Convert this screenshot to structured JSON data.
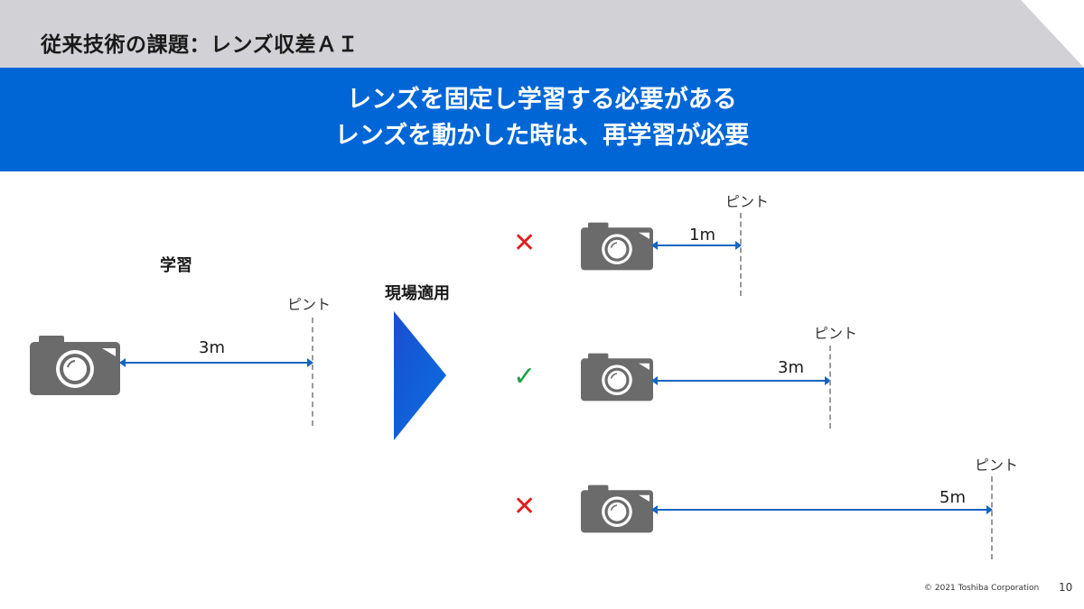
{
  "header": {
    "title": "従来技術の課題：レンズ収差ＡＩ"
  },
  "banner": {
    "line1": "レンズを固定し学習する必要がある",
    "line2": "レンズを動かした時は、再学習が必要"
  },
  "learning": {
    "label": "学習",
    "focus_label": "ピント",
    "distance": "3m"
  },
  "apply": {
    "label": "現場適用"
  },
  "cases": [
    {
      "mark": "✕",
      "status": "ng",
      "focus_label": "ピント",
      "distance": "1m"
    },
    {
      "mark": "✓",
      "status": "ok",
      "focus_label": "ピント",
      "distance": "3m"
    },
    {
      "mark": "✕",
      "status": "ng",
      "focus_label": "ピント",
      "distance": "5m"
    }
  ],
  "colors": {
    "banner": "#0066d6",
    "ng": "#e02020",
    "ok": "#22a046",
    "camera": "#6b6b6b"
  },
  "footer": {
    "copyright": "© 2021 Toshiba Corporation",
    "page": "10"
  }
}
